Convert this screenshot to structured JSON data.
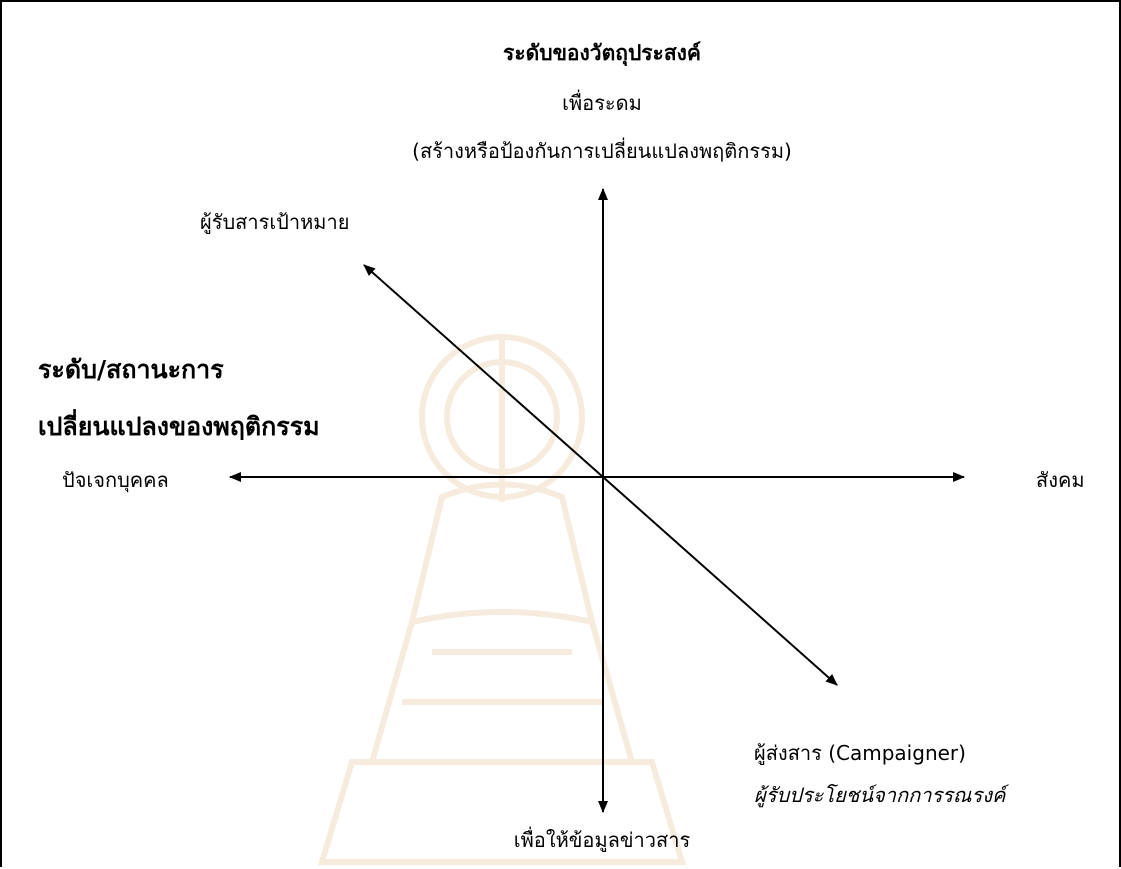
{
  "diagram": {
    "top_title": "ระดับของวัตถุประสงค์",
    "top_line1": "เพื่อระดม",
    "top_line2": "(สร้างหรือป้องกันการเปลี่ยนแปลงพฤติกรรม)",
    "upper_left_label": "ผู้รับสารเป้าหมาย",
    "left_heading_line1": "ระดับ/สถานะการ",
    "left_heading_line2": "เปลี่ยนแปลงของพฤติกรรม",
    "left_label": "ปัจเจกบุคคล",
    "right_label": "สังคม",
    "bottom_right_line1": "ผู้ส่งสาร (Campaigner)",
    "bottom_right_line2": "ผู้รับประโยชน์จากการรณรงค์",
    "bottom_label": "เพื่อให้ข้อมูลข่าวสาร"
  },
  "colors": {
    "line": "#000000",
    "background": "#ffffff",
    "watermark": "#e8c9a0"
  },
  "icons": {
    "watermark": "university-emblem-watermark"
  }
}
